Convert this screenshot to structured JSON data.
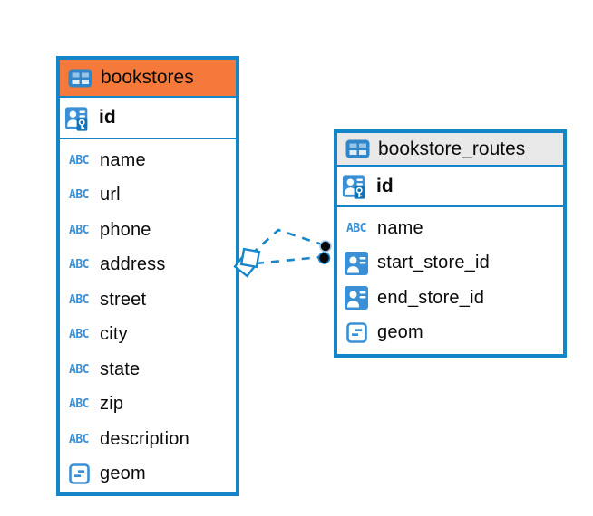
{
  "colors": {
    "accent_blue": "#1485C8",
    "icon_blue": "#3B90D5",
    "selected_header_orange": "#F5793B",
    "header_gray": "#E9E9E9",
    "relationship_line_blue": "#1787CB",
    "endpoint_dot_black": "#0a0a0a"
  },
  "icons": {
    "text_label": "ABC"
  },
  "entities": [
    {
      "title": "bookstores",
      "primary_key": {
        "name": "id"
      },
      "columns": [
        {
          "name": "name"
        },
        {
          "name": "url"
        },
        {
          "name": "phone"
        },
        {
          "name": "address"
        },
        {
          "name": "street"
        },
        {
          "name": "city"
        },
        {
          "name": "state"
        },
        {
          "name": "zip"
        },
        {
          "name": "description"
        },
        {
          "name": "geom"
        }
      ]
    },
    {
      "title": "bookstore_routes",
      "primary_key": {
        "name": "id"
      },
      "columns": [
        {
          "name": "name"
        },
        {
          "name": "start_store_id"
        },
        {
          "name": "end_store_id"
        },
        {
          "name": "geom"
        }
      ]
    }
  ],
  "relationships": [
    {
      "from": "bookstores",
      "to": "bookstore_routes",
      "line_style": "dashed"
    },
    {
      "from": "bookstores",
      "to": "bookstore_routes",
      "line_style": "dashed"
    }
  ]
}
